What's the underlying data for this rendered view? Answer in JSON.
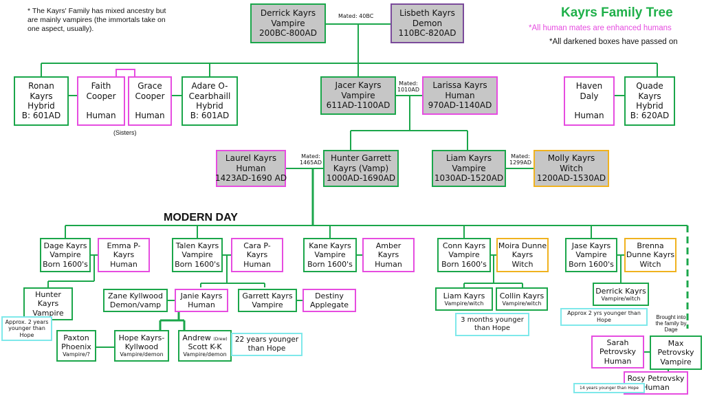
{
  "notes": {
    "ancestry": "* The Kayrs' Family has mixed ancestry but are mainly vampires (the immortals take on one aspect, usually).",
    "title": "Kayrs Family Tree",
    "enhanced": "*All human mates are enhanced humans",
    "passed": "*All darkened boxes have passed on",
    "modern_day": "MODERN DAY",
    "sisters": "(Sisters)",
    "brought": [
      "Brought into",
      "the family by",
      "Dage"
    ]
  },
  "mates": {
    "derrick_lisbeth": [
      "Mated: 40BC"
    ],
    "jacer_larissa": [
      "Mated:",
      "1010AD"
    ],
    "hunter_laurel": [
      "Mated:",
      "1465AD"
    ],
    "liam_molly": [
      "Mated:",
      "1299AD"
    ]
  },
  "people": {
    "derrick_sr": [
      "Derrick Kayrs",
      "Vampire",
      "200BC-800AD"
    ],
    "lisbeth": [
      "Lisbeth Kayrs",
      "Demon",
      "110BC-820AD"
    ],
    "ronan": [
      "Ronan",
      "Kayrs",
      "Hybrid",
      "B: 601AD"
    ],
    "faith": [
      "Faith",
      "Cooper",
      "",
      "Human"
    ],
    "grace": [
      "Grace",
      "Cooper",
      "",
      "Human"
    ],
    "adare": [
      "Adare O-",
      "Cearbhaill",
      "Hybrid",
      "B: 601AD"
    ],
    "jacer": [
      "Jacer Kayrs",
      "Vampire",
      "611AD-1100AD"
    ],
    "larissa": [
      "Larissa Kayrs",
      "Human",
      "970AD-1140AD"
    ],
    "haven": [
      "Haven",
      "Daly",
      "",
      "Human"
    ],
    "quade": [
      "Quade",
      "Kayrs",
      "Hybrid",
      "B: 620AD"
    ],
    "laurel": [
      "Laurel Kayrs",
      "Human",
      "1423AD-1690 AD"
    ],
    "hunter_sr": [
      "Hunter Garrett",
      "Kayrs (Vamp)",
      "1000AD-1690AD"
    ],
    "liam_sr": [
      "Liam Kayrs",
      "Vampire",
      "1030AD-1520AD"
    ],
    "molly": [
      "Molly Kayrs",
      "Witch",
      "1200AD-1530AD"
    ],
    "dage": [
      "Dage Kayrs",
      "Vampire",
      "Born 1600's"
    ],
    "emma": [
      "Emma P-",
      "Kayrs",
      "Human"
    ],
    "talen": [
      "Talen Kayrs",
      "Vampire",
      "Born 1600's"
    ],
    "cara": [
      "Cara P-",
      "Kayrs",
      "Human"
    ],
    "kane": [
      "Kane Kayrs",
      "Vampire",
      "Born 1600's"
    ],
    "amber": [
      "Amber",
      "Kayrs",
      "Human"
    ],
    "conn": [
      "Conn Kayrs",
      "Vampire",
      "Born 1600's"
    ],
    "moira": [
      "Moira Dunne",
      "Kayrs",
      "Witch"
    ],
    "jase": [
      "Jase Kayrs",
      "Vampire",
      "Born 1600's"
    ],
    "brenna": [
      "Brenna",
      "Dunne Kayrs",
      "Witch"
    ],
    "hunter_jr": [
      "Hunter",
      "Kayrs",
      "Vampire"
    ],
    "hunter_note": [
      "Approx. 2 years",
      "younger than",
      "Hope"
    ],
    "zane": [
      "Zane Kyllwood",
      "Demon/vamp"
    ],
    "janie": [
      "Janie Kayrs",
      "Human"
    ],
    "garrett": [
      "Garrett Kayrs",
      "Vampire"
    ],
    "destiny": [
      "Destiny",
      "Applegate"
    ],
    "liam_jr": [
      "Liam Kayrs",
      "Vampire/witch"
    ],
    "collin": [
      "Collin Kayrs",
      "Vampire/witch"
    ],
    "liam_note": [
      "3 months younger",
      "than Hope"
    ],
    "derrick_jr": [
      "Derrick Kayrs",
      "Vampire/witch"
    ],
    "derrick_note": [
      "Approx 2 yrs younger than",
      "Hope"
    ],
    "paxton": [
      "Paxton",
      "Phoenix",
      "Vampire/?"
    ],
    "hope": [
      "Hope Kayrs-",
      "Kyllwood",
      "Vampire/demon"
    ],
    "andrew": [
      "Andrew",
      "(Drew)",
      "Scott K-K",
      "Vampire/demon"
    ],
    "andrew_note": [
      "22 years younger",
      "than Hope"
    ],
    "sarah": [
      "Sarah",
      "Petrovsky",
      "Human"
    ],
    "max": [
      "Max",
      "Petrovsky",
      "Vampire"
    ],
    "rosy": [
      "Rosy Petrovsky",
      "Human"
    ],
    "rosy_note": [
      "14 years younger than Hope"
    ]
  },
  "colors": {
    "blood": "#1aa64a",
    "human_mate": "#e64ce0",
    "title": "#1fb04a",
    "enhanced_note": "#e64ce0",
    "deceased_fill": "#c6c6c6",
    "witch_mate": "#f0b21e",
    "age_note": "#7ee8ea",
    "demon_mate": "#7a4a9a"
  }
}
